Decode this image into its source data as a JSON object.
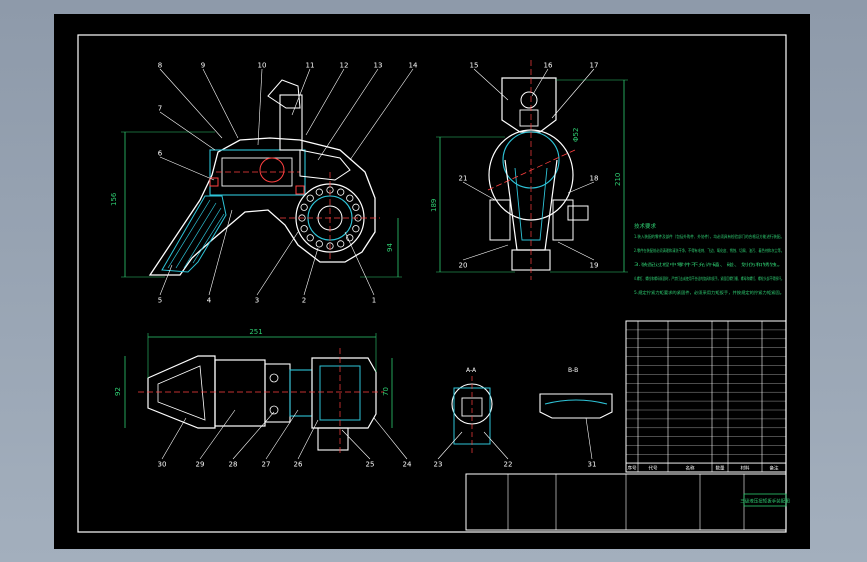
{
  "balloons_front": [
    "8",
    "9",
    "10",
    "11",
    "12",
    "13",
    "14",
    "7",
    "6",
    "5",
    "4",
    "3",
    "2",
    "1"
  ],
  "balloons_side": [
    "15",
    "16",
    "17",
    "21",
    "18",
    "20",
    "19"
  ],
  "balloons_plan": [
    "30",
    "29",
    "28",
    "27",
    "26",
    "25",
    "24"
  ],
  "balloons_sections": [
    "23",
    "22",
    "31"
  ],
  "dims": {
    "front_height": "156",
    "front_right": "94",
    "side_height": "189",
    "side_total": "210",
    "side_dia": "Φ52",
    "plan_length": "251",
    "plan_height": "92",
    "plan_right": "70"
  },
  "section_labels": [
    "A-A",
    "B-B"
  ],
  "tech_notes": {
    "title": "技术要求",
    "lines": [
      "1.装入装配的零件及部件（包括外购件、外协件），均必须具有检验部门的合格证方能进行装配。",
      "2.零件在装配前必须清理和清洗干净，不得有毛刺、飞边、氧化皮、锈蚀、切屑、油污、着色剂和灰尘等。",
      "3.装配过程中零件不允许磕、碰、划伤和锈蚀。",
      "4.螺钉、螺栓和螺母紧固时，严禁打击或使用不合适的旋具和扳手。紧固后螺钉槽、螺母和螺钉、螺栓头部不得损坏。",
      "5.规定拧紧力矩要求的紧固件，必须采用力矩扳手，并按规定的拧紧力矩紧固。"
    ]
  },
  "bom_headers": [
    "序号",
    "代号",
    "名称",
    "数量",
    "材料",
    "备注"
  ],
  "title_block": {
    "drawing_title": "三级液压扭矩扳手装配图"
  }
}
